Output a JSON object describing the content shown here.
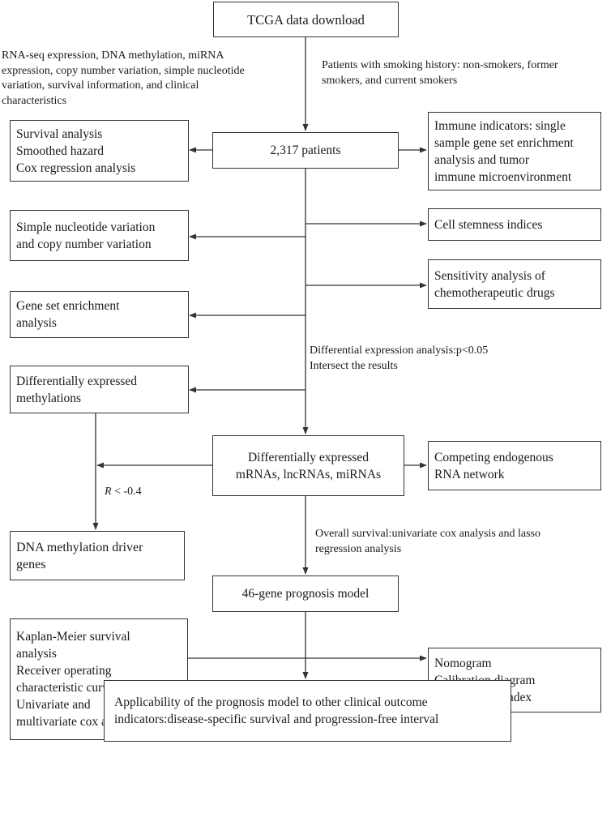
{
  "nodes": {
    "tcga": {
      "lines": [
        "TCGA data download"
      ]
    },
    "patients": {
      "lines": [
        "2,317 patients"
      ]
    },
    "survival": {
      "lines": [
        "Survival analysis",
        "Smoothed hazard",
        "Cox regression analysis"
      ]
    },
    "immune": {
      "lines": [
        "Immune indicators: single",
        "sample gene set enrichment",
        "analysis  and tumor",
        "immune microenvironment"
      ]
    },
    "snv": {
      "lines": [
        "Simple nucleotide variation",
        "and copy number variation"
      ]
    },
    "stemness": {
      "lines": [
        "Cell stemness indices"
      ]
    },
    "sensitivity": {
      "lines": [
        "Sensitivity analysis of",
        "chemotherapeutic drugs"
      ]
    },
    "gsea": {
      "lines": [
        "Gene set enrichment",
        "analysis"
      ]
    },
    "diffmeth": {
      "lines": [
        "Differentially expressed",
        "methylations"
      ]
    },
    "diffexp": {
      "lines": [
        "Differentially expressed",
        "mRNAs, lncRNAs, miRNAs"
      ]
    },
    "cerna": {
      "lines": [
        "Competing endogenous",
        "RNA  network"
      ]
    },
    "driver": {
      "lines": [
        "DNA methylation driver",
        "genes"
      ]
    },
    "model": {
      "lines": [
        "46-gene prognosis model"
      ]
    },
    "km": {
      "lines": [
        "Kaplan-Meier survival",
        "analysis",
        "Receiver operating",
        "characteristic curve",
        "Univariate and",
        "multivariate cox analysis"
      ]
    },
    "nomogram": {
      "lines": [
        "Nomogram",
        "Calibration diagram",
        "Concordance index"
      ]
    },
    "applicability": {
      "lines": [
        "Applicability of the prognosis model to other clinical outcome",
        "indicators:disease-specific survival and progression-free interval"
      ]
    }
  },
  "annotations": {
    "data_types": {
      "lines": [
        "RNA-seq expression, DNA methylation, miRNA",
        "expression, copy number variation, simple nucleotide",
        "variation, survival information, and clinical",
        "characteristics"
      ]
    },
    "smoking": {
      "lines": [
        "Patients with smoking history: non-smokers, former",
        "smokers, and current smokers"
      ]
    },
    "diff_analysis": {
      "lines": [
        "Differential expression analysis:p<0.05",
        "Intersect the results"
      ]
    },
    "correlation": {
      "var": "R",
      "rest": " < -0.4"
    },
    "overall_survival": {
      "lines": [
        "Overall survival:univariate cox analysis and lasso",
        "regression analysis"
      ]
    }
  },
  "colors": {
    "stroke": "#333333",
    "text": "#1a1a1a",
    "background": "#ffffff"
  }
}
